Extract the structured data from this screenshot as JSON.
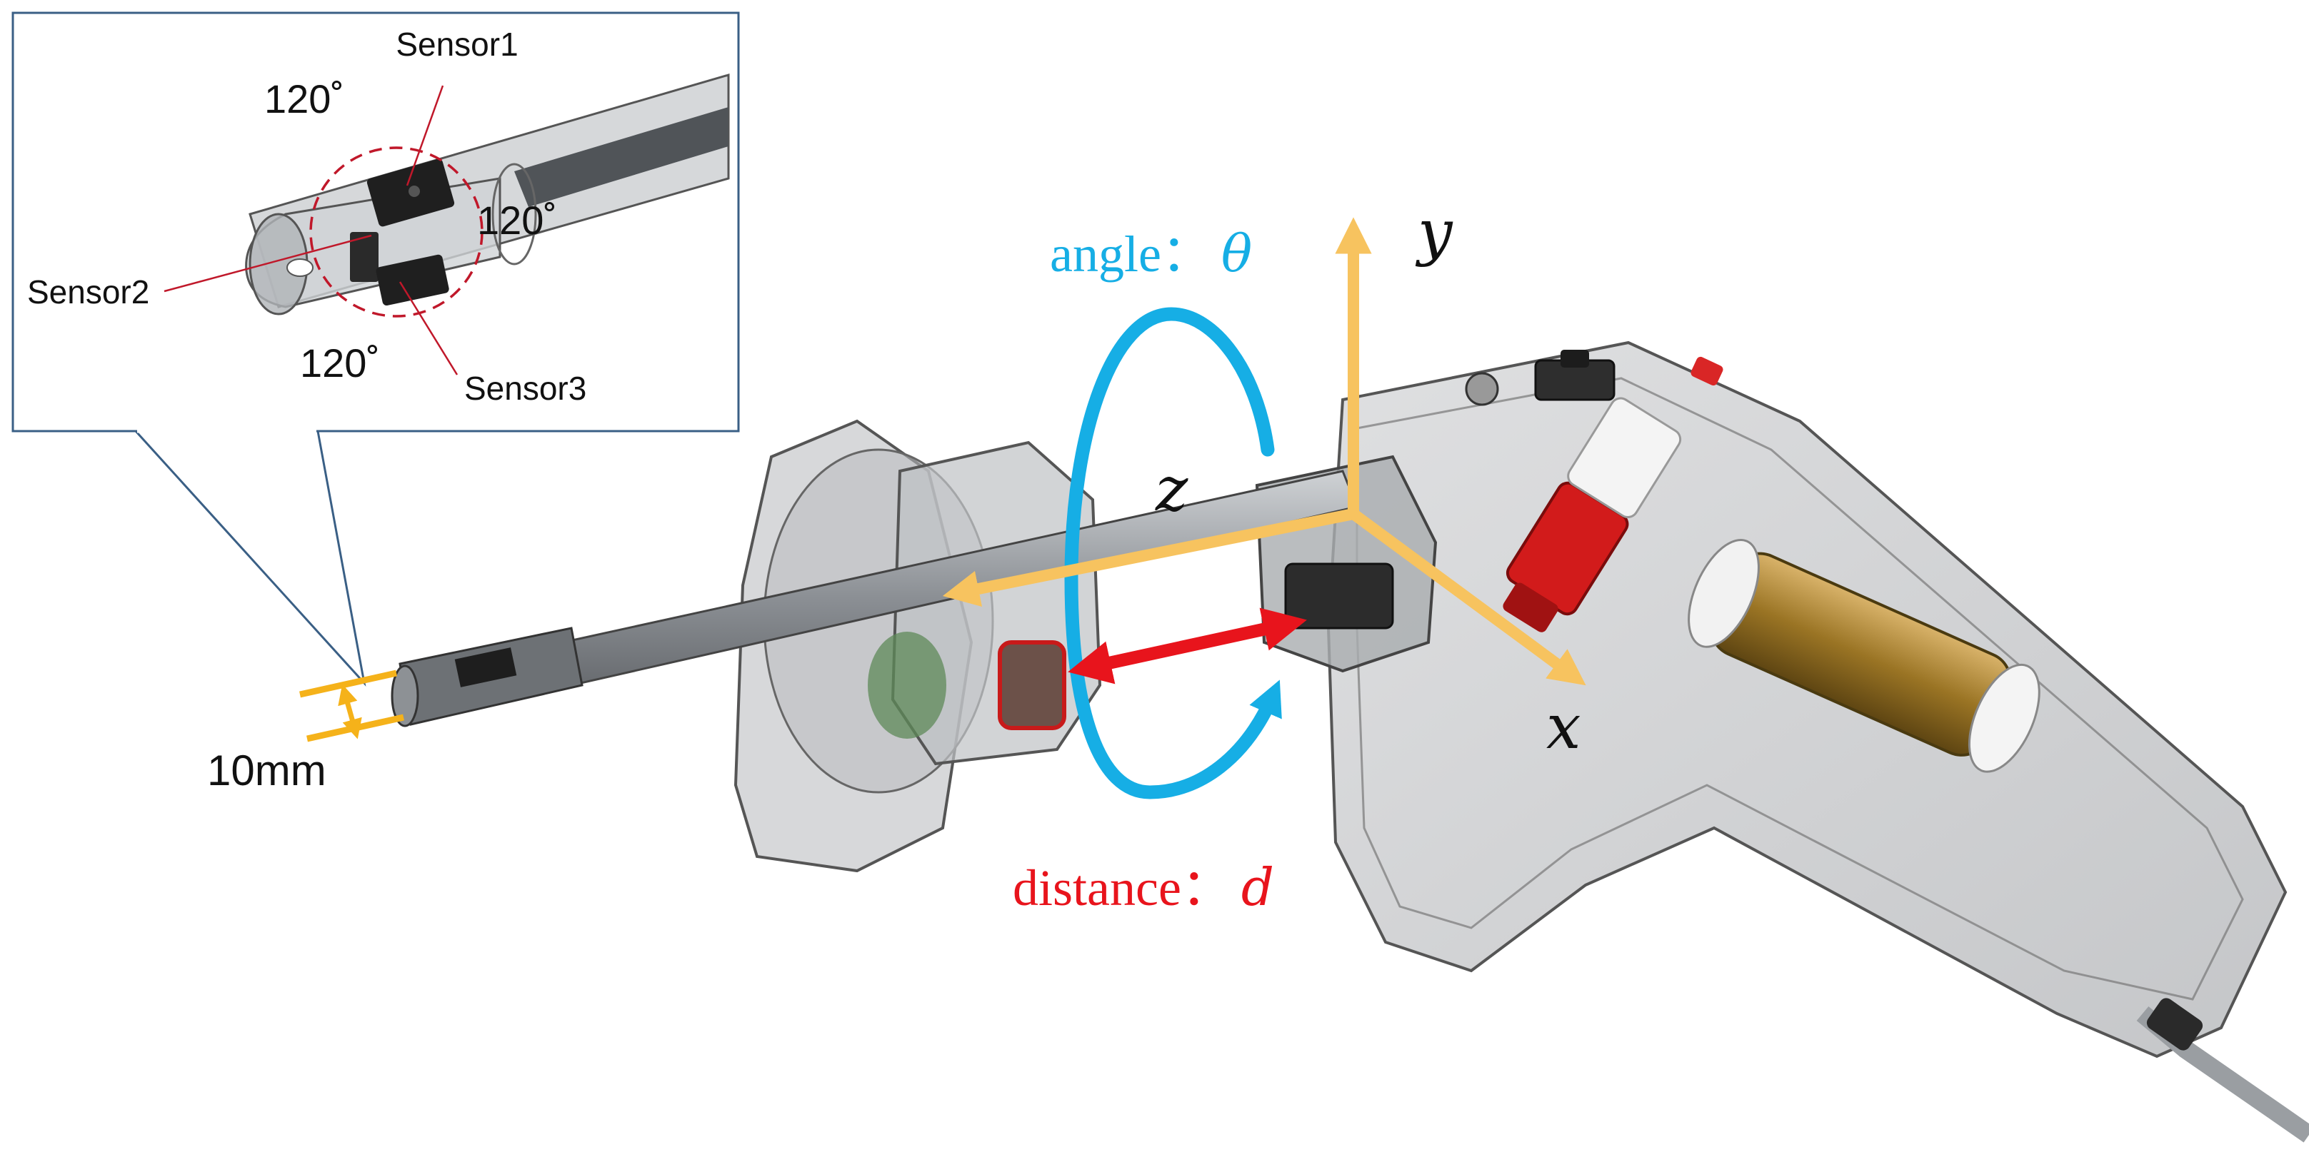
{
  "inset": {
    "sensors": [
      "Sensor1",
      "Sensor2",
      "Sensor3"
    ],
    "angle_labels": [
      "120˚",
      "120˚",
      "120˚"
    ]
  },
  "diameter_label": "10mm",
  "axes": {
    "x": "x",
    "y": "y",
    "z": "z"
  },
  "rotation": {
    "label": "angle：",
    "symbol": "θ"
  },
  "translation": {
    "label": "distance：",
    "symbol": "d"
  },
  "colors": {
    "axis": "#f7c35f",
    "rotation": "#16aee5",
    "translation": "#e8141c",
    "inset_border": "#3a5f85",
    "dimension": "#f5b21a"
  }
}
